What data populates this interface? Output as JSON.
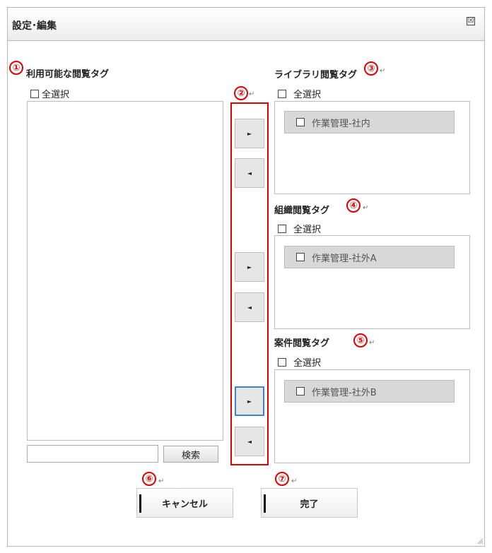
{
  "dialog": {
    "title": "設定･編集",
    "close_glyph": "☒"
  },
  "markers": [
    "①",
    "②",
    "③",
    "④",
    "⑤",
    "⑥",
    "⑦"
  ],
  "return_mark": "↵",
  "available": {
    "label": "利用可能な閲覧タグ",
    "select_all": "全選択",
    "items": []
  },
  "library": {
    "label": "ライブラリ閲覧タグ",
    "select_all": "全選択",
    "items": [
      "作業管理-社内"
    ]
  },
  "organization": {
    "label": "組織閲覧タグ",
    "select_all": "全選択",
    "items": [
      "作業管理-社外A"
    ]
  },
  "project": {
    "label": "案件閲覧タグ",
    "select_all": "全選択",
    "items": [
      "作業管理-社外B"
    ]
  },
  "move_buttons": {
    "right": "►",
    "left": "◄"
  },
  "search": {
    "value": "",
    "button_label": "検索"
  },
  "footer": {
    "cancel_label": "キャンセル",
    "done_label": "完了"
  },
  "colors": {
    "marker_red": "#e00000",
    "focus_blue": "#3a86c8",
    "tag_bg": "#d8d8d8"
  },
  "icons": {
    "close": "close-icon",
    "move_right": "arrow-right-icon",
    "move_left": "arrow-left-icon",
    "resize": "resize-grip-icon"
  }
}
